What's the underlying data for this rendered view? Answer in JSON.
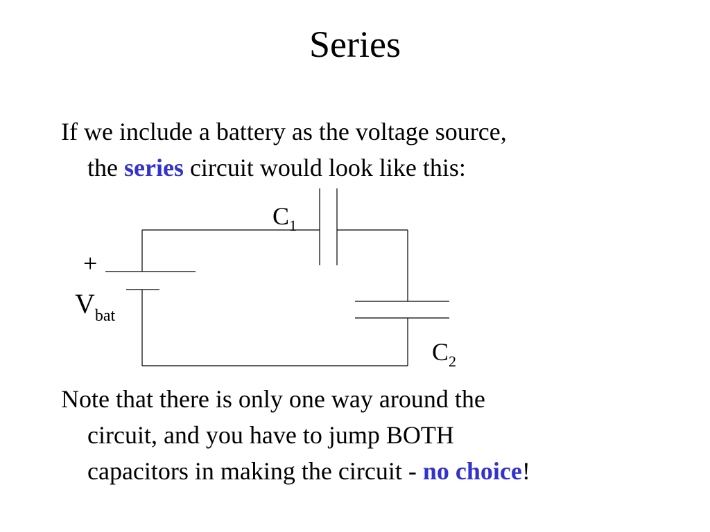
{
  "slide": {
    "title": "Series",
    "accent_color": "#3333cc"
  },
  "intro": {
    "line1": "If we include a battery as the voltage source,",
    "line2_before": "the ",
    "line2_emphasis": "series",
    "line2_after": " circuit would look like this:"
  },
  "circuit": {
    "c1_letter": "C",
    "c1_sub": "1",
    "c2_letter": "C",
    "c2_sub": "2",
    "battery_plus": "+",
    "vbat_letter": "V",
    "vbat_sub": "bat"
  },
  "note": {
    "line1": "Note that there is only one way around the",
    "line2": "circuit, and you have to jump BOTH",
    "line3_before": "capacitors in making the circuit - ",
    "line3_emphasis": "no choice",
    "line3_after": "!"
  }
}
